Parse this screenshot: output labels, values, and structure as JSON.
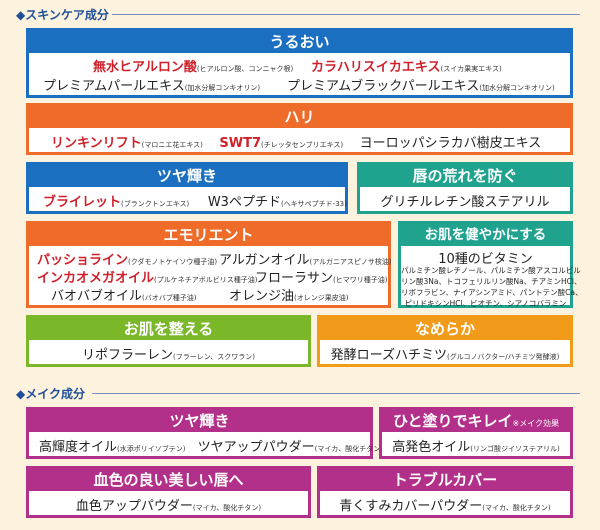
{
  "skincare": {
    "title": "◆スキンケア成分",
    "uruoi": {
      "header": "うるおい",
      "item1": "無水ヒアルロン酸",
      "item1_note": "(ヒアルロン酸、コンニャク根)",
      "item2": "カラハリスイカエキス",
      "item2_note": "(スイカ果実エキス)",
      "item3": "プレミアムパールエキス",
      "item3_note": "(加水分解コンキオリン)",
      "item4": "プレミアムブラックパールエキス",
      "item4_note": "(加水分解コンキオリン)"
    },
    "hari": {
      "header": "ハリ",
      "item1": "リンキンリフト",
      "item1_note": "(マロニエ花エキス)",
      "item2": "SWT7",
      "item2_note": "(チレッタセンブリエキス)",
      "item3": "ヨーロッパシラカバ樹皮エキス"
    },
    "tsuya": {
      "header": "ツヤ輝き",
      "item1": "ブライレット",
      "item1_note": "(ブランクトンエキス)",
      "item2": "W3ペプチド",
      "item2_note": "(ヘキサペプチド-33)"
    },
    "kuchibiru": {
      "header": "唇の荒れを防ぐ",
      "item1": "グリチルレチン酸ステアリル"
    },
    "emollient": {
      "header": "エモリエント",
      "item1": "パッショライン",
      "item1_note": "(クダモノトケイソウ種子油)",
      "item2": "アルガンオイル",
      "item2_note": "(アルガニアスピノサ核油)",
      "item3": "インカオメガオイル",
      "item3_note": "(プルケネチアボルビリス種子油)",
      "item4": "フローラサン",
      "item4_note": "(ヒマワリ種子油)",
      "item5": "バオバブオイル",
      "item5_note": "(バオバブ種子油)",
      "item6": "オレンジ油",
      "item6_note": "(オレンジ果皮油)"
    },
    "sukoyaka": {
      "header": "お肌を健やかにする",
      "title": "10種のビタミン",
      "line1": "パルミチン酸レチノール、パルミチン酸アスコルビル",
      "line2": "リン酸3Na、トコフェリルリン酸Na、チアミンHCl、",
      "line3": "リボフラビン、ナイアシンアミド、パントテン酸Ca、",
      "line4": "ピリドキシンHCl、ビオチン、シアノコバラミン"
    },
    "totonoeru": {
      "header": "お肌を整える",
      "item1": "リポフラーレン",
      "item1_note": "(フラーレン、スクワラン)"
    },
    "nameraka": {
      "header": "なめらか",
      "item1": "発酵ローズハチミツ",
      "item1_note": "(グルコノバクター/ハチミツ発酵液)"
    }
  },
  "makeup": {
    "title": "◆メイク成分",
    "tsuya": {
      "header": "ツヤ輝き",
      "item1": "高輝度オイル",
      "item1_note": "(水添ポリイソブテン)",
      "item2": "ツヤアップパウダー",
      "item2_note": "(マイカ、酸化チタン)"
    },
    "kirei": {
      "header": "ひと塗りでキレイ",
      "header_note": "※メイク効果",
      "item1": "高発色オイル",
      "item1_note": "(リンゴ酸ジイソステアリル)"
    },
    "kesshoku": {
      "header": "血色の良い美しい唇へ",
      "item1": "血色アップパウダー",
      "item1_note": "(マイカ、酸化チタン)"
    },
    "trouble": {
      "header": "トラブルカバー",
      "item1": "青くすみカバーパウダー",
      "item1_note": "(マイカ、酸化チタン)"
    }
  },
  "colors": {
    "blue": "#1a6fc0",
    "orange": "#ef6b2a",
    "teal": "#1fa38f",
    "green": "#7ab829",
    "amber": "#f29a1a",
    "magenta": "#b3308a",
    "accent_red": "#d0202a"
  }
}
